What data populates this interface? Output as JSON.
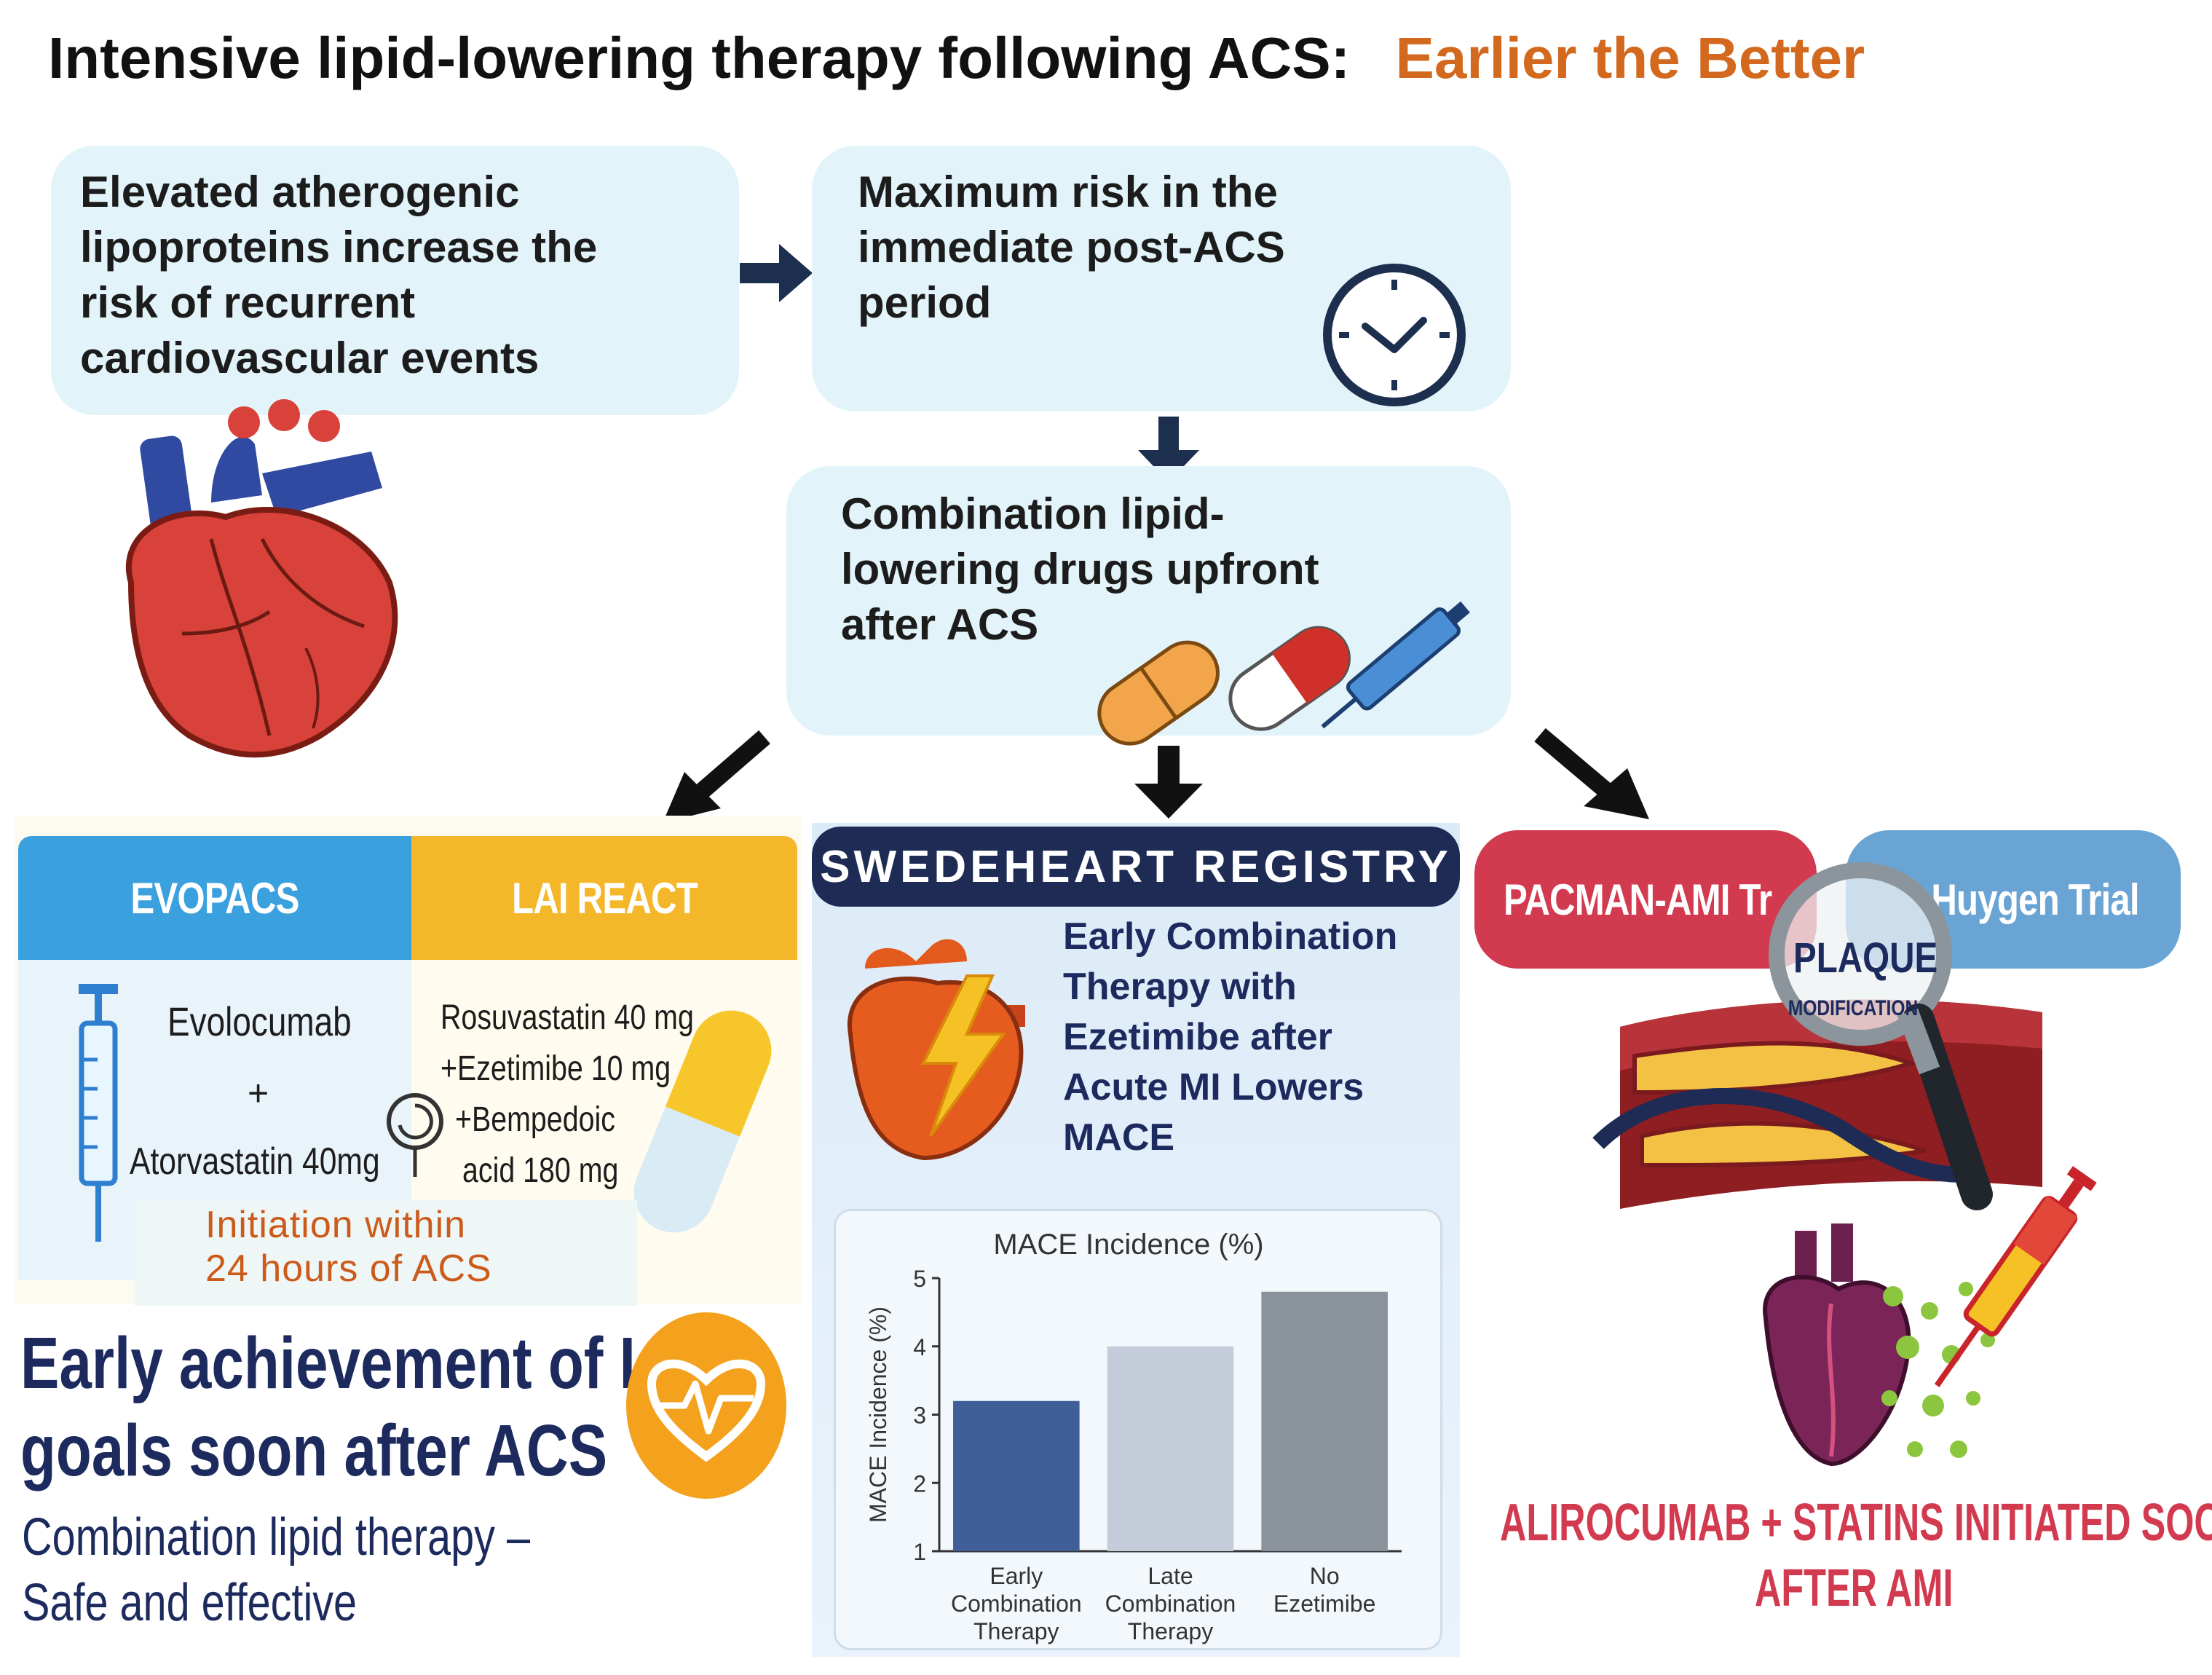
{
  "title": {
    "main": "Intensive lipid-lowering therapy following ACS:",
    "accent": "Earlier the Better",
    "accent_color": "#d2691e"
  },
  "boxes": {
    "elevated": "Elevated atherogenic\nlipoproteins increase the\nrisk of recurrent\ncardiovascular events",
    "max_risk": "Maximum risk in the\nimmediate post-ACS\nperiod",
    "combination": "Combination lipid-\nlowering drugs upfront\nafter ACS"
  },
  "evopacs": {
    "header": "EVOPACS",
    "drug1": "Evolocumab",
    "plus": "+",
    "drug2": "Atorvastatin 40mg",
    "color": "#3aa0de"
  },
  "lai_react": {
    "header": "LAI REACT",
    "line1": "Rosuvastatin 40 mg",
    "line2": "+Ezetimibe 10 mg",
    "line3": "+Bempedoic",
    "line4": "acid 180 mg",
    "color": "#f5b72a"
  },
  "initiation": {
    "line1": "Initiation within",
    "line2": "24 hours of ACS"
  },
  "early_goals": {
    "heading1": "Early achievement of LDL",
    "heading2": "goals soon after ACS",
    "sub1": "Combination lipid therapy –",
    "sub2": "Safe and effective"
  },
  "swedeheart": {
    "header": "SWEDEHEART REGISTRY",
    "text": "Early Combination\nTherapy with\nEzetimibe after\nAcute MI Lowers\nMACE"
  },
  "pacman": {
    "header": "PACMAN-AMI Tr",
    "color": "#d23a4f"
  },
  "huygen": {
    "header": "Huygen Trial",
    "color": "#6aa4d4"
  },
  "plaque": {
    "line1": "PLAQUE",
    "line2": "MODIFICATION"
  },
  "alirocumab": {
    "line1": "ALIROCUMAB + STATINS INITIATED  SOON",
    "line2": "AFTER AMI",
    "color": "#d23a4f"
  },
  "chart_data": {
    "type": "bar",
    "title": "MACE Incidence (%)",
    "ylabel": "MACE Incidence (%)",
    "xlabel": "",
    "ylim": [
      1,
      5
    ],
    "yticks": [
      1,
      2,
      3,
      4,
      5
    ],
    "categories": [
      [
        "Early",
        "Combination",
        "Therapy"
      ],
      [
        "Late",
        "Combination",
        "Therapy"
      ],
      [
        "No",
        "Ezetimibe"
      ]
    ],
    "values": [
      3.2,
      4.0,
      4.8
    ],
    "colors": [
      "#3f5f96",
      "#c3ccd8",
      "#8a929b"
    ]
  }
}
